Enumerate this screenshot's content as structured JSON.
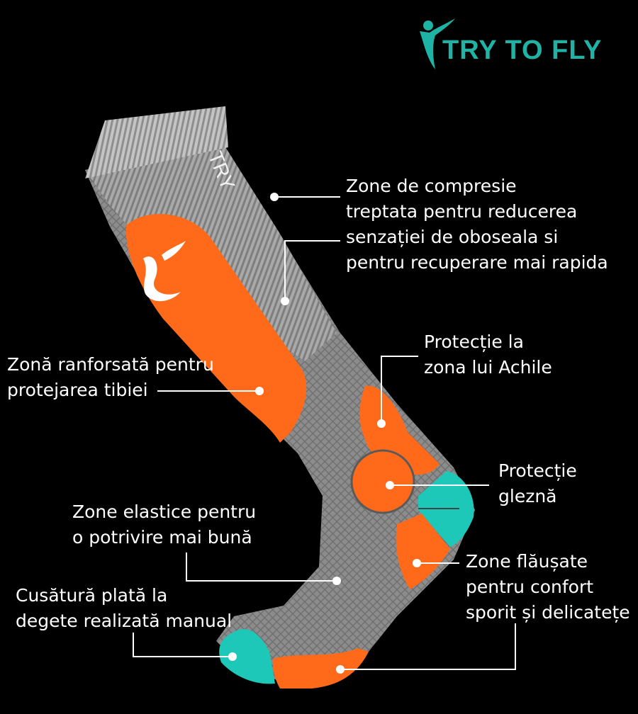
{
  "brand": {
    "name": "TRY TO FLY",
    "accent_color": "#1fb3a6",
    "icon": "flying-person-logo-icon"
  },
  "sock": {
    "cuff_text": "TRY",
    "colors": {
      "knit_gray": "#8a8a8a",
      "cuff_gray": "#b8b8b8",
      "orange": "#ff6a1a",
      "teal": "#1ec8b8"
    }
  },
  "annotations": {
    "compression": [
      "Zone de compresie",
      "treptata pentru reducerea",
      "senzației de oboseala si",
      "pentru recuperare mai rapida"
    ],
    "shin": [
      "Zonă ranforsată pentru",
      "protejarea tibiei"
    ],
    "achilles": [
      "Protecție la",
      "zona lui Achile"
    ],
    "ankle": [
      "Protecție",
      "gleznă"
    ],
    "elastic": [
      "Zone elastice pentru",
      "o potrivire mai bună"
    ],
    "terry": [
      "Zone flăușate",
      "pentru confort",
      "sporit și delicatețe"
    ],
    "seam": [
      "Cusătură plată la",
      "degete realizată manual"
    ]
  }
}
